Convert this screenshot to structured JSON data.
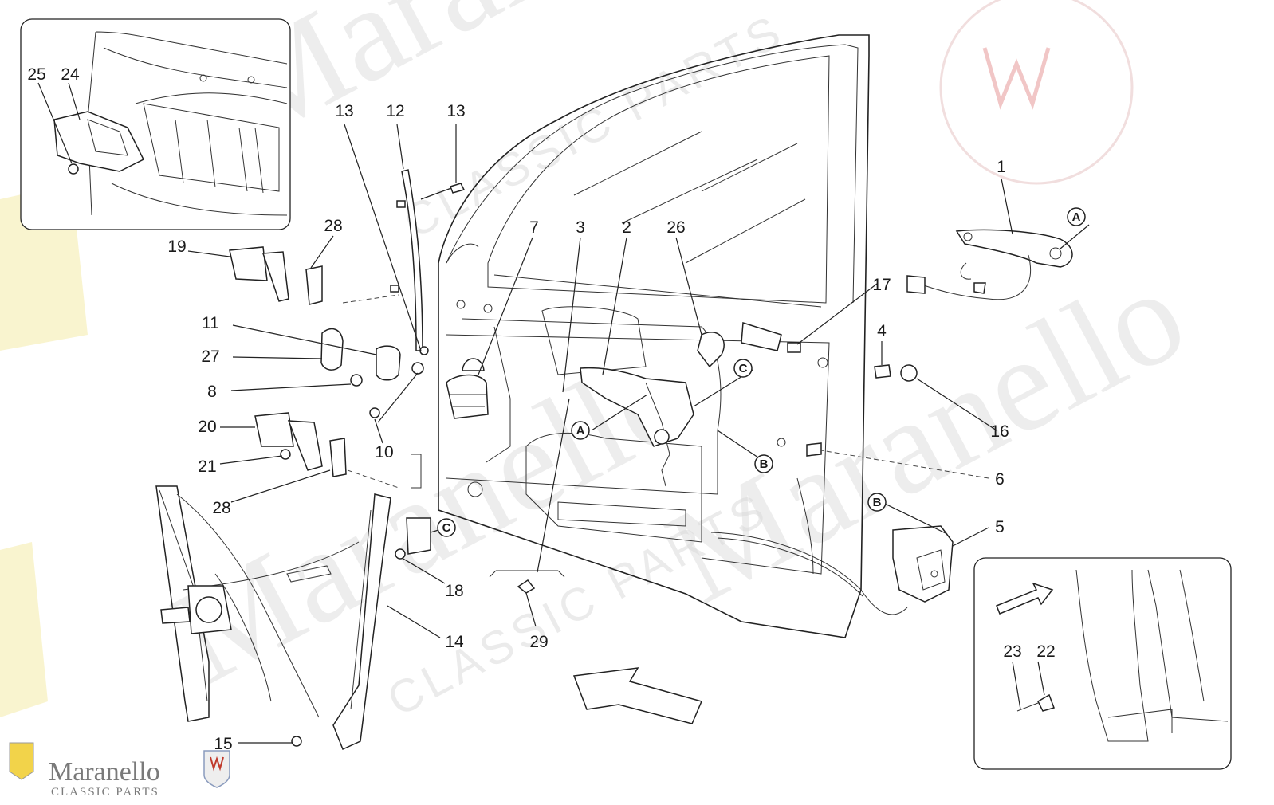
{
  "diagram": {
    "part_labels": {
      "p1": "1",
      "p2": "2",
      "p3": "3",
      "p4": "4",
      "p5": "5",
      "p6": "6",
      "p7": "7",
      "p8": "8",
      "p10": "10",
      "p11": "11",
      "p12": "12",
      "p13a": "13",
      "p13b": "13",
      "p14": "14",
      "p15": "15",
      "p16": "16",
      "p17": "17",
      "p18": "18",
      "p19": "19",
      "p20": "20",
      "p21": "21",
      "p22": "22",
      "p23": "23",
      "p24": "24",
      "p25": "25",
      "p26": "26",
      "p27": "27",
      "p28a": "28",
      "p28b": "28",
      "p29": "29"
    },
    "callouts": {
      "a1": "A",
      "a2": "A",
      "b1": "B",
      "b2": "B",
      "c1": "C",
      "c2": "C"
    }
  },
  "watermark": {
    "brand": "Maranello",
    "tagline": "CLASSIC PARTS"
  },
  "colors": {
    "line": "#222222",
    "watermark": "#d8d8d8",
    "background": "#ffffff"
  }
}
